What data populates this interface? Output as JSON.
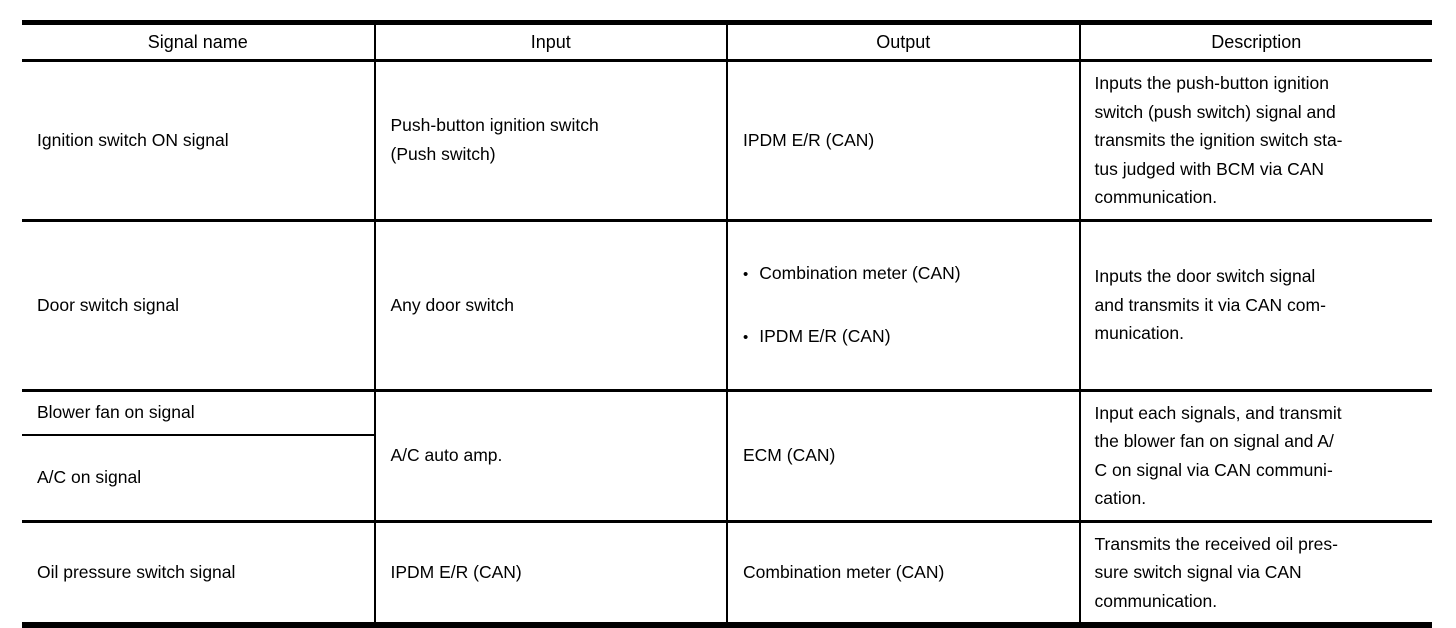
{
  "glyphs": {
    "bullet": "•"
  },
  "colors": {
    "border": "#000000",
    "background": "#ffffff",
    "text": "#000000"
  },
  "table": {
    "headers": [
      "Signal name",
      "Input",
      "Output",
      "Description"
    ],
    "rows": [
      {
        "signal": "Ignition switch ON signal",
        "input": "Push-button ignition switch\n(Push switch)",
        "output": "IPDM E/R (CAN)",
        "description": "Inputs the push-button ignition\nswitch (push switch) signal and\ntransmits the ignition switch sta-\ntus judged with BCM via CAN\ncommunication."
      },
      {
        "signal": "Door switch signal",
        "input": "Any door switch",
        "output_items": [
          "Combination meter (CAN)",
          "IPDM E/R (CAN)"
        ],
        "description": "Inputs the door switch signal\nand transmits it via CAN com-\nmunication."
      },
      {
        "signals": [
          "Blower fan on signal",
          "A/C on signal"
        ],
        "input": "A/C auto amp.",
        "output": "ECM (CAN)",
        "description": "Input each signals, and transmit\nthe blower fan on signal and A/\nC on signal via CAN communi-\ncation."
      },
      {
        "signal": "Oil pressure switch signal",
        "input": "IPDM E/R (CAN)",
        "output": "Combination meter (CAN)",
        "description": "Transmits the received oil pres-\nsure switch signal via CAN\ncommunication."
      }
    ]
  }
}
